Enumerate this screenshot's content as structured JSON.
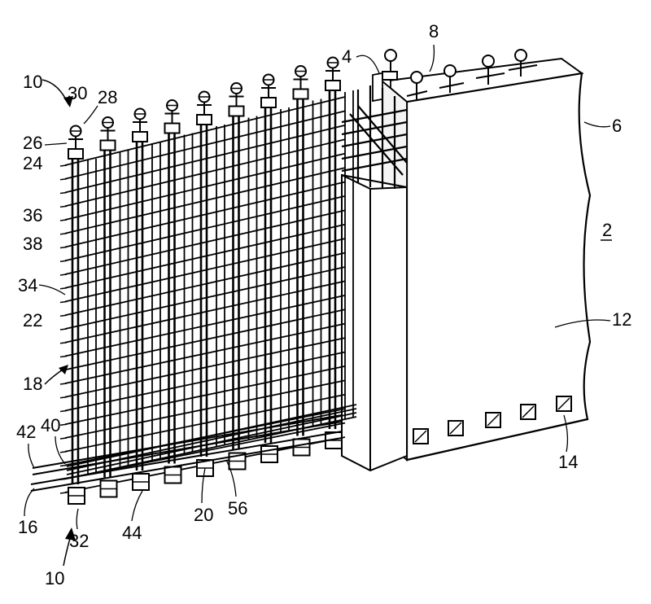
{
  "figure": {
    "labels": {
      "l2": "2",
      "l4": "4",
      "l6": "6",
      "l8": "8",
      "l10_top": "10",
      "l10_bottom": "10",
      "l12": "12",
      "l14": "14",
      "l16": "16",
      "l18": "18",
      "l20": "20",
      "l22": "22",
      "l24": "24",
      "l26": "26",
      "l28": "28",
      "l30": "30",
      "l32": "32",
      "l34": "34",
      "l36": "36",
      "l38": "38",
      "l40": "40",
      "l42": "42",
      "l44": "44",
      "l56": "56"
    }
  }
}
